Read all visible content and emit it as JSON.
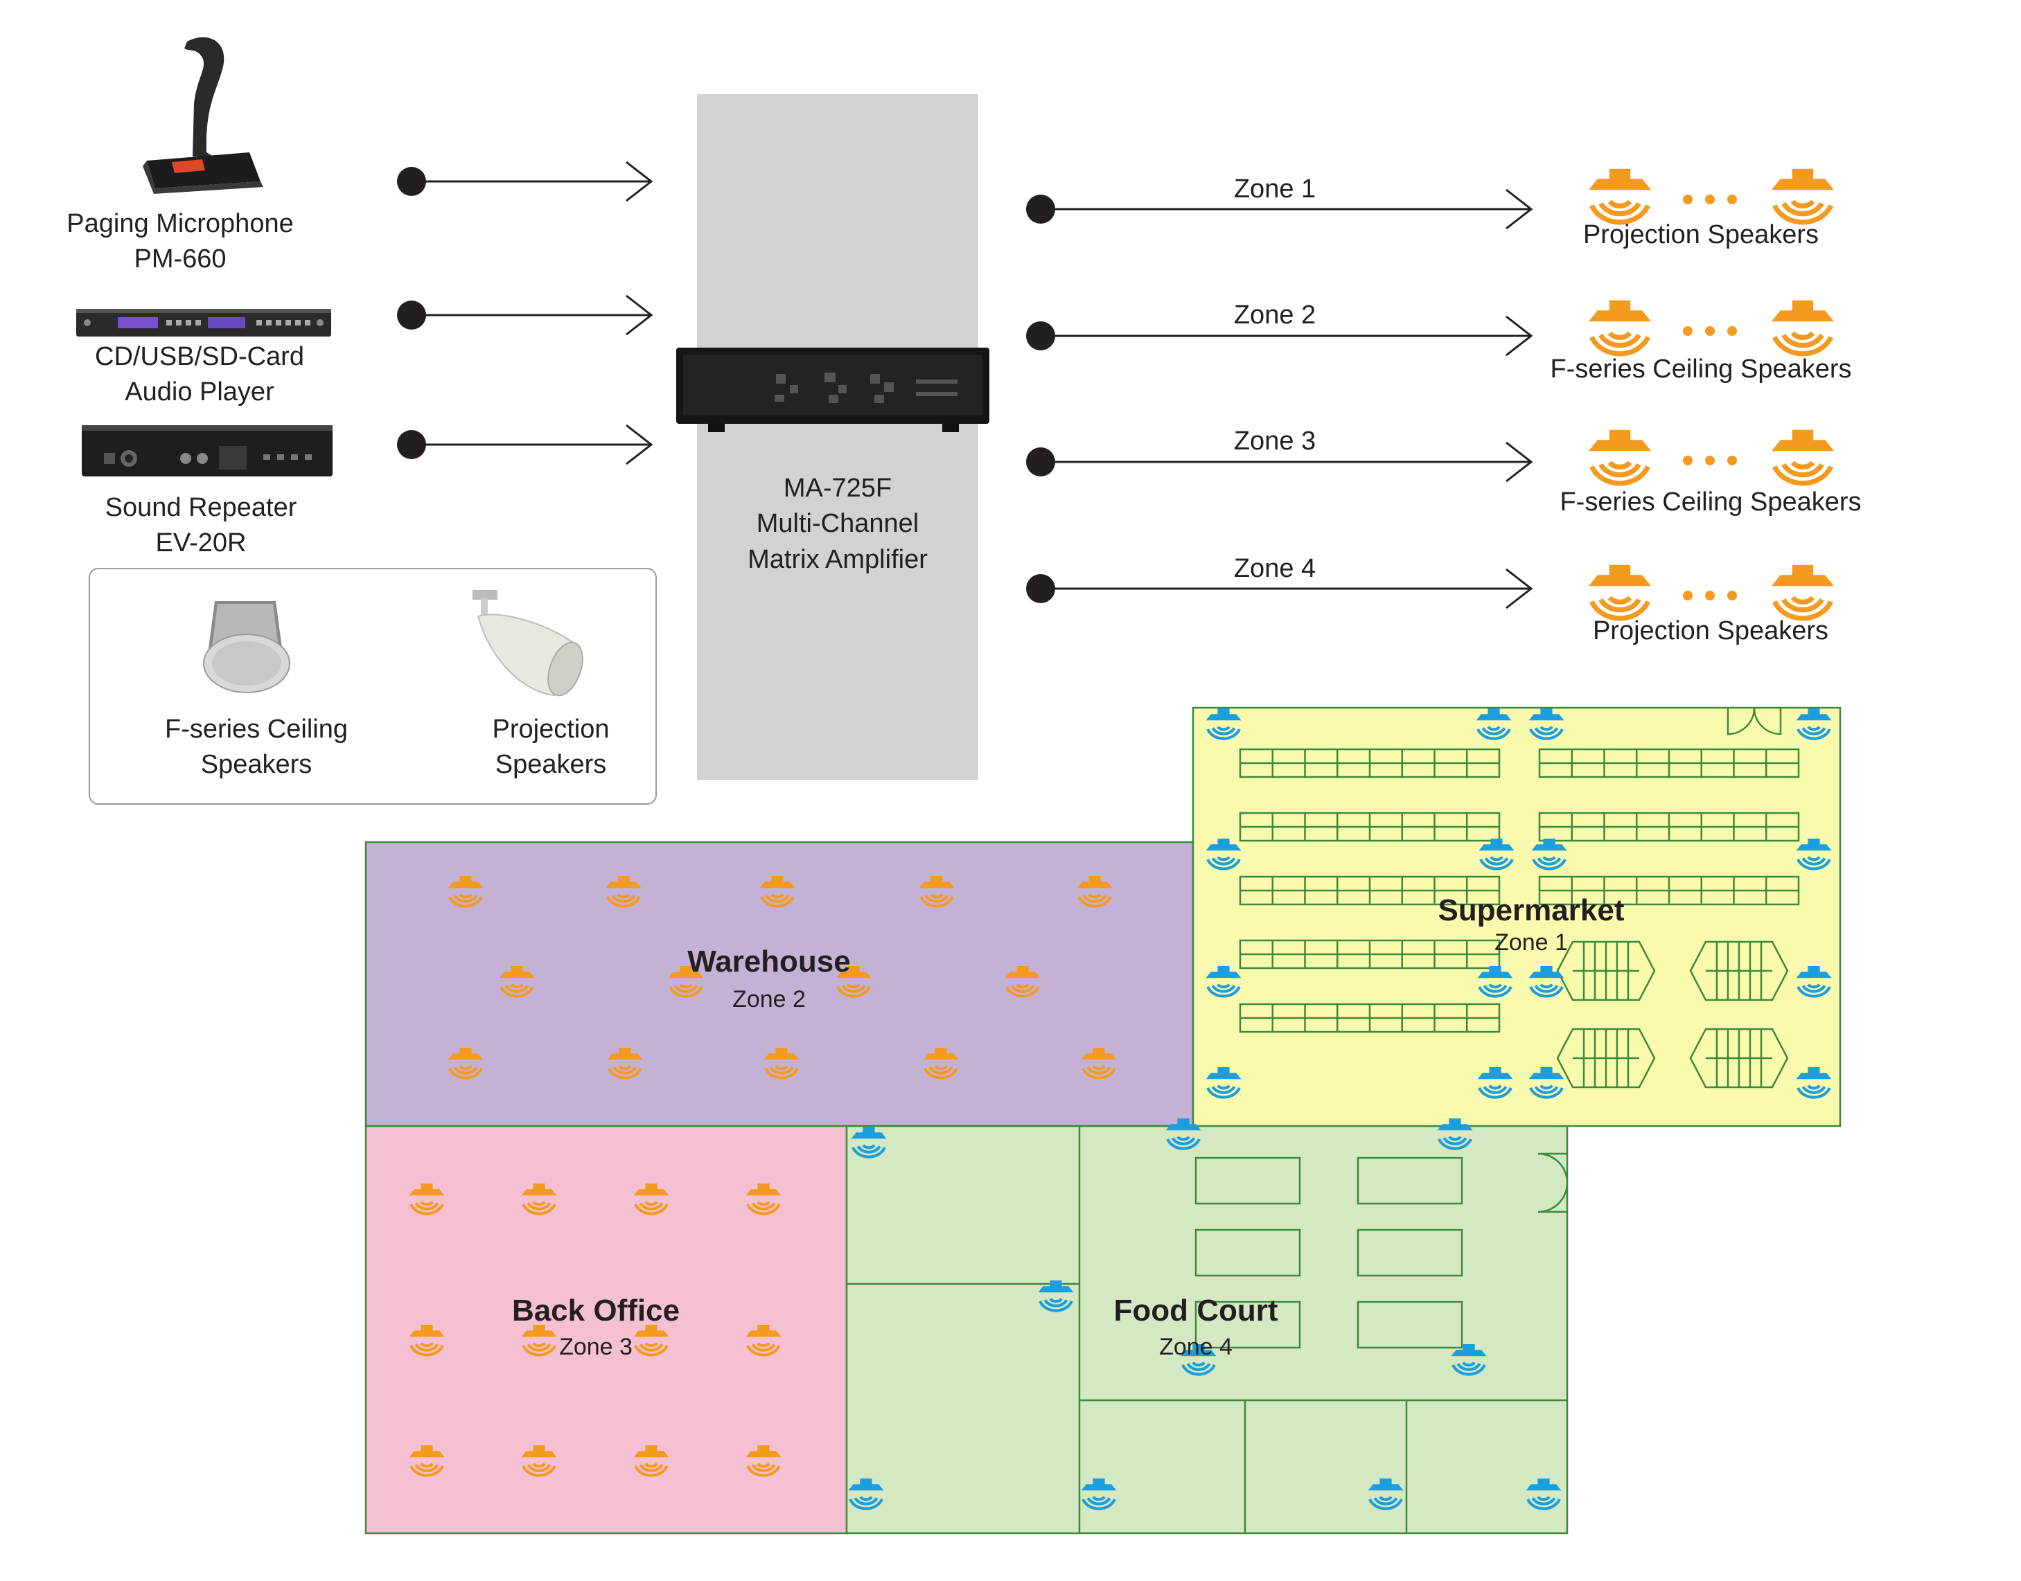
{
  "sources": {
    "microphone": {
      "line1": "Paging Microphone",
      "line2": "PM-660",
      "icon": "microphone-icon"
    },
    "player": {
      "line1": "CD/USB/SD-Card",
      "line2": "Audio Player",
      "icon": "audio-player-icon"
    },
    "repeater": {
      "line1": "Sound Repeater",
      "line2": "EV-20R",
      "icon": "sound-repeater-icon"
    }
  },
  "amplifier": {
    "line1": "MA-725F",
    "line2": "Multi-Channel",
    "line3": "Matrix Amplifier"
  },
  "outputs": [
    {
      "zone": "Zone 1",
      "label": "Projection Speakers",
      "speaker_color": "#f39a1f"
    },
    {
      "zone": "Zone 2",
      "label": "F-series Ceiling Speakers",
      "speaker_color": "#f39a1f"
    },
    {
      "zone": "Zone 3",
      "label": "F-series Ceiling Speakers",
      "speaker_color": "#f39a1f"
    },
    {
      "zone": "Zone 4",
      "label": "Projection Speakers",
      "speaker_color": "#f39a1f"
    }
  ],
  "legend": {
    "ceiling": {
      "line1": "F-series Ceiling",
      "line2": "Speakers",
      "color": "#f39a1f"
    },
    "projection": {
      "line1": "Projection",
      "line2": "Speakers",
      "color": "#1a9ee0"
    }
  },
  "floorplan": {
    "warehouse": {
      "name": "Warehouse",
      "zone": "Zone 2",
      "fill": "#c4b2d6"
    },
    "supermarket": {
      "name": "Supermarket",
      "zone": "Zone 1",
      "fill": "#fafaae"
    },
    "back_office": {
      "name": "Back Office",
      "zone": "Zone 3",
      "fill": "#f5c1d2"
    },
    "food_court": {
      "name": "Food Court",
      "zone": "Zone 4",
      "fill": "#d4e8c2"
    }
  },
  "colors": {
    "ceiling_speaker": "#f39a1f",
    "projection_speaker": "#1a9ee0",
    "wall": "#3a8a3a",
    "text": "#231f20"
  }
}
